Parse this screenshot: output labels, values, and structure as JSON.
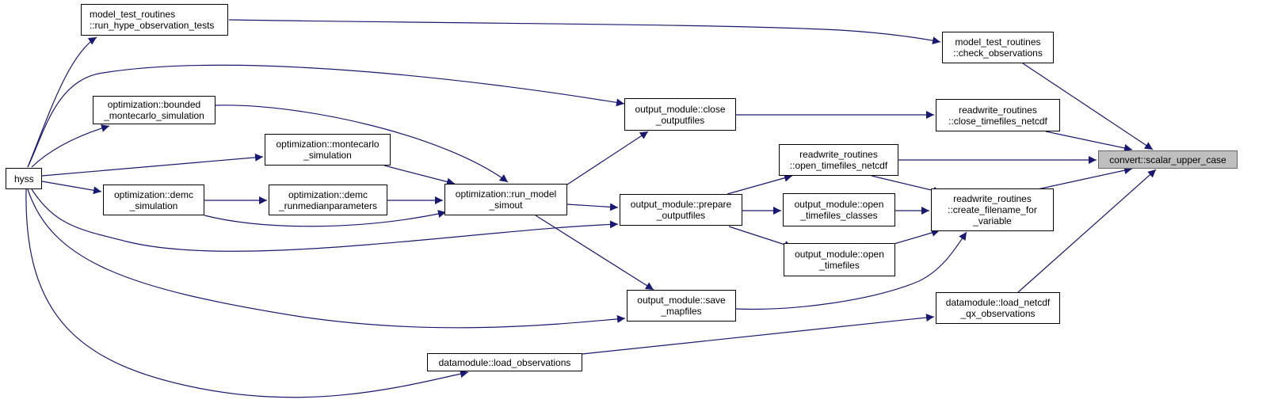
{
  "nodes": {
    "hyss": {
      "lines": [
        "hyss"
      ]
    },
    "run_hype": {
      "lines": [
        "model_test_routines",
        "::run_hype_observation_tests"
      ]
    },
    "bounded": {
      "lines": [
        "optimization::bounded",
        "_montecarlo_simulation"
      ]
    },
    "montecarlo": {
      "lines": [
        "optimization::montecarlo",
        "_simulation"
      ]
    },
    "demc_sim": {
      "lines": [
        "optimization::demc",
        "_simulation"
      ]
    },
    "demc_run": {
      "lines": [
        "optimization::demc",
        "_runmedianparameters"
      ]
    },
    "load_obs": {
      "lines": [
        "datamodule::load_observations"
      ]
    },
    "run_model": {
      "lines": [
        "optimization::run_model",
        "_simout"
      ]
    },
    "close_out": {
      "lines": [
        "output_module::close",
        "_outputfiles"
      ]
    },
    "prepare_out": {
      "lines": [
        "output_module::prepare",
        "_outputfiles"
      ]
    },
    "save_map": {
      "lines": [
        "output_module::save",
        "_mapfiles"
      ]
    },
    "open_nc": {
      "lines": [
        "readwrite_routines",
        "::open_timefiles_netcdf"
      ]
    },
    "open_classes": {
      "lines": [
        "output_module::open",
        "_timefiles_classes"
      ]
    },
    "open_tf": {
      "lines": [
        "output_module::open",
        "_timefiles"
      ]
    },
    "check_obs": {
      "lines": [
        "model_test_routines",
        "::check_observations"
      ]
    },
    "close_nc": {
      "lines": [
        "readwrite_routines",
        "::close_timefiles_netcdf"
      ]
    },
    "create_fn": {
      "lines": [
        "readwrite_routines",
        "::create_filename_for",
        "_variable"
      ]
    },
    "load_qx": {
      "lines": [
        "datamodule::load_netcdf",
        "_qx_observations"
      ]
    },
    "scalar": {
      "lines": [
        "convert::scalar_upper_case"
      ]
    }
  },
  "edges": [
    {
      "from": "hyss",
      "to": "run_hype"
    },
    {
      "from": "hyss",
      "to": "close_out"
    },
    {
      "from": "hyss",
      "to": "bounded"
    },
    {
      "from": "hyss",
      "to": "montecarlo"
    },
    {
      "from": "hyss",
      "to": "demc_sim"
    },
    {
      "from": "hyss",
      "to": "prepare_out"
    },
    {
      "from": "hyss",
      "to": "save_map"
    },
    {
      "from": "hyss",
      "to": "load_obs"
    },
    {
      "from": "run_hype",
      "to": "check_obs"
    },
    {
      "from": "bounded",
      "to": "run_model"
    },
    {
      "from": "montecarlo",
      "to": "run_model"
    },
    {
      "from": "demc_sim",
      "to": "demc_run"
    },
    {
      "from": "demc_sim",
      "to": "run_model"
    },
    {
      "from": "demc_run",
      "to": "run_model"
    },
    {
      "from": "run_model",
      "to": "close_out"
    },
    {
      "from": "run_model",
      "to": "prepare_out"
    },
    {
      "from": "run_model",
      "to": "save_map"
    },
    {
      "from": "close_out",
      "to": "close_nc"
    },
    {
      "from": "prepare_out",
      "to": "open_nc"
    },
    {
      "from": "prepare_out",
      "to": "open_classes"
    },
    {
      "from": "prepare_out",
      "to": "open_tf"
    },
    {
      "from": "open_classes",
      "to": "create_fn"
    },
    {
      "from": "open_tf",
      "to": "create_fn"
    },
    {
      "from": "open_nc",
      "to": "create_fn"
    },
    {
      "from": "save_map",
      "to": "create_fn"
    },
    {
      "from": "open_nc",
      "to": "scalar"
    },
    {
      "from": "check_obs",
      "to": "scalar"
    },
    {
      "from": "close_nc",
      "to": "scalar"
    },
    {
      "from": "create_fn",
      "to": "scalar"
    },
    {
      "from": "load_qx",
      "to": "scalar"
    },
    {
      "from": "load_obs",
      "to": "load_qx"
    }
  ],
  "colors": {
    "edge": "#191970",
    "root_fill": "#bfbfbf",
    "root_border": "#666666"
  }
}
